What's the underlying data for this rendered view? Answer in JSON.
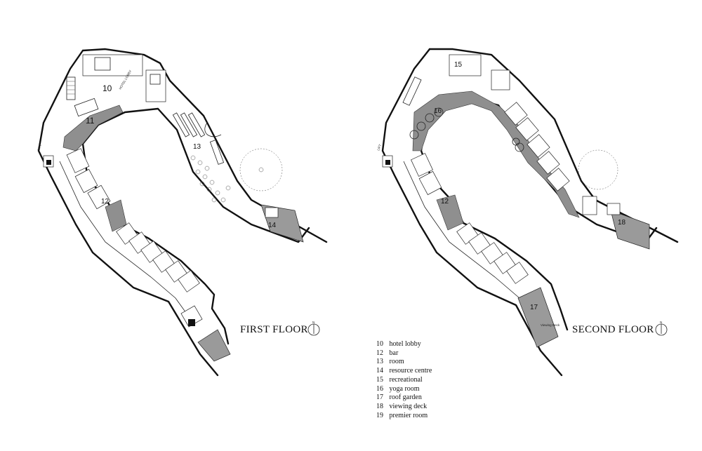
{
  "floors": [
    {
      "title": "FIRST FLOOR",
      "labels": {
        "l10": "10",
        "l11": "11",
        "l12": "12",
        "l13": "13",
        "l14": "14",
        "lobby_text": "HOTEL LOBBY",
        "lift_text": "LIFT"
      }
    },
    {
      "title": "SECOND FLOOR",
      "labels": {
        "l15": "15",
        "l16": "16",
        "l12": "12",
        "l18": "18",
        "l17": "17",
        "lift_text": "LIFT",
        "deck_text": "Viewing Deck"
      }
    }
  ],
  "north_label": "N",
  "legend": [
    {
      "num": "10",
      "label": "hotel lobby"
    },
    {
      "num": "12",
      "label": "bar"
    },
    {
      "num": "13",
      "label": "room"
    },
    {
      "num": "14",
      "label": "resource centre"
    },
    {
      "num": "15",
      "label": "recreational"
    },
    {
      "num": "16",
      "label": "yoga room"
    },
    {
      "num": "17",
      "label": "roof garden"
    },
    {
      "num": "18",
      "label": "viewing deck"
    },
    {
      "num": "19",
      "label": "premier room"
    }
  ]
}
